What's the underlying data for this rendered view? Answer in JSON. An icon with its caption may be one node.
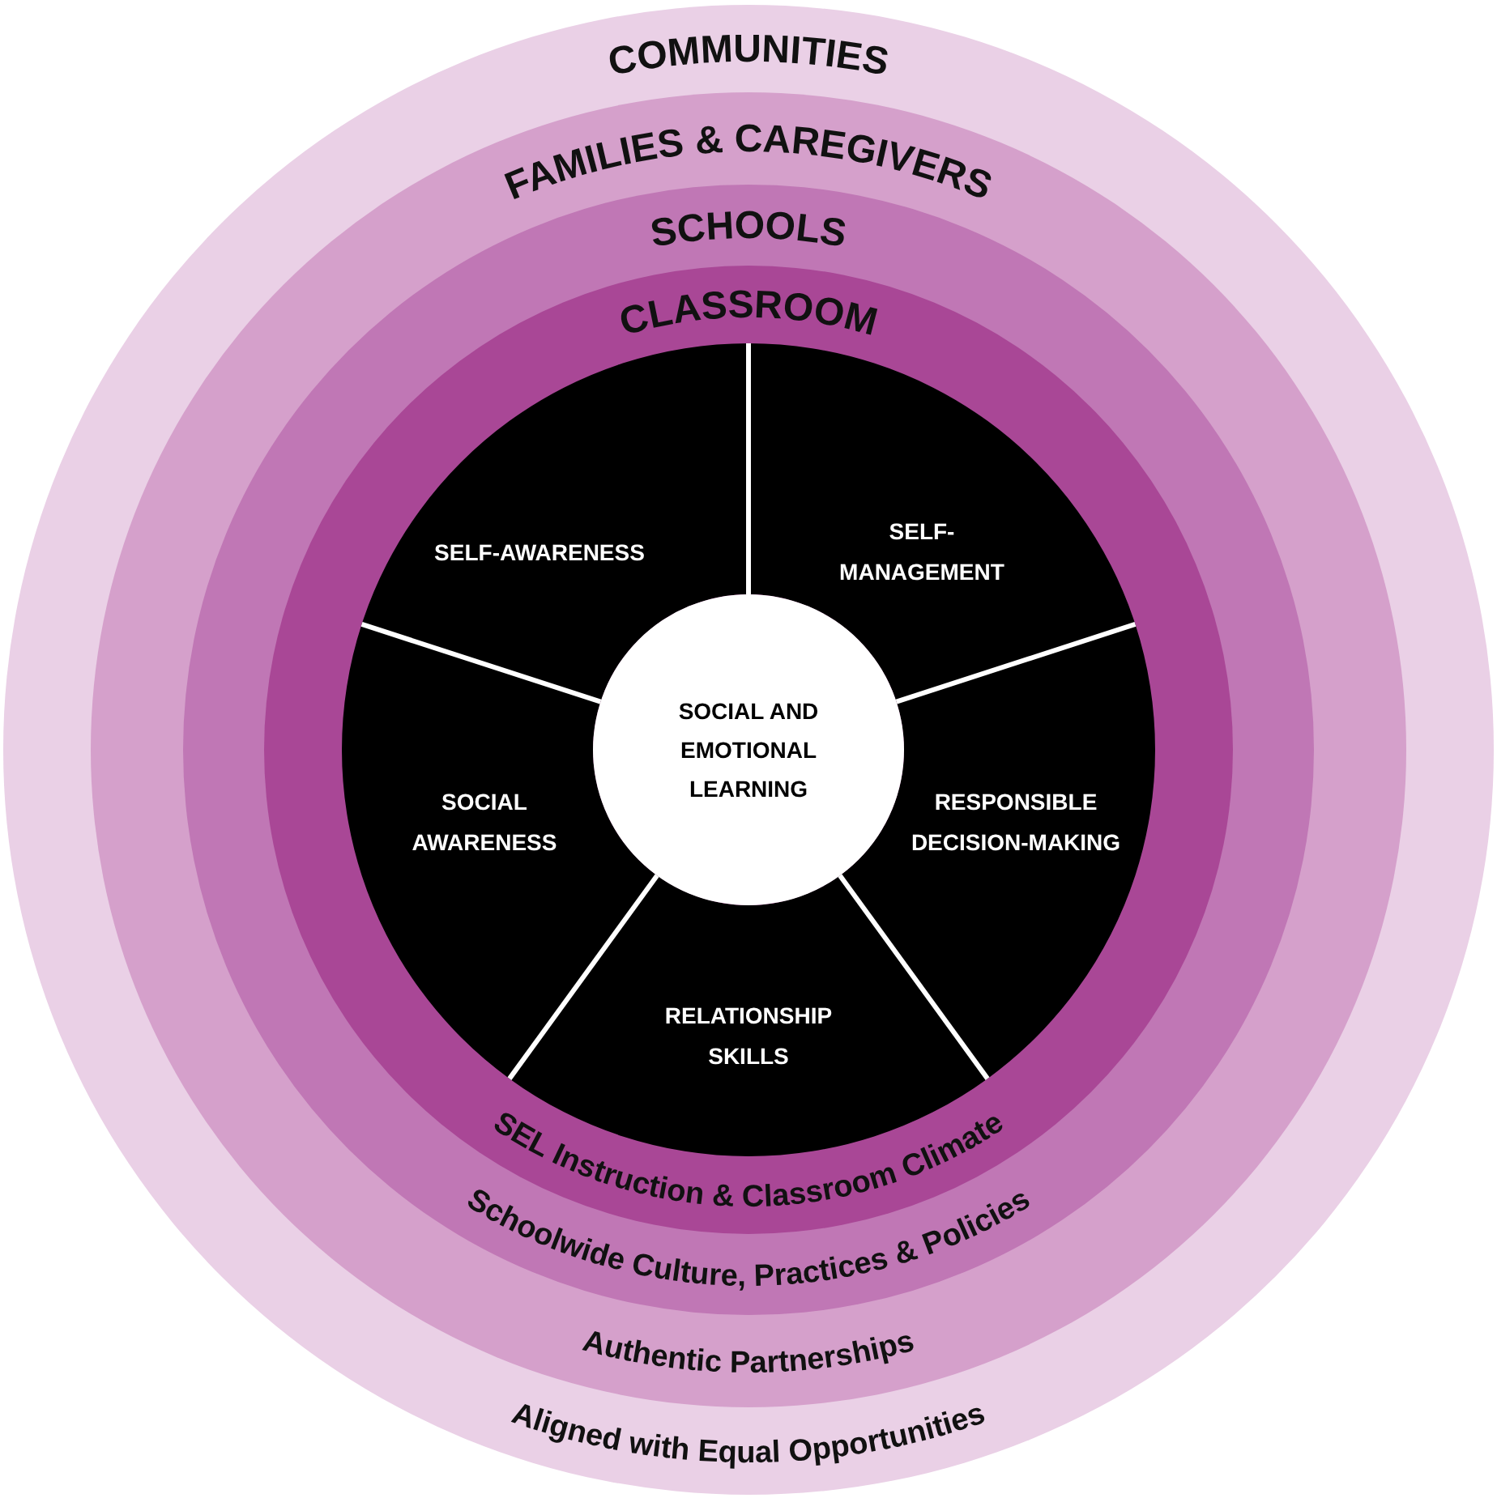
{
  "diagram": {
    "nodes": [
      {
        "text": [
          "COMMUNITIES",
          "Aligned with Equal Opportunities"
        ]
      },
      {
        "text": [
          "FAMILIES & CAREGIVERS",
          "Authentic Partnerships"
        ],
        "in": 0
      },
      {
        "text": [
          "SCHOOLS",
          "Schoolwide Culture, Practices & Policies"
        ],
        "in": 1
      },
      {
        "text": [
          "CLASSROOM",
          "SEL Instruction & Classroom Climate"
        ],
        "in": 2
      },
      {
        "text": [
          "SELF-AWARENESS"
        ],
        "in": 3
      },
      {
        "text": [
          "SELF-MANAGEMENT"
        ],
        "in": 3
      },
      {
        "text": [
          "SOCIAL AND EMOTIONAL LEARNING"
        ],
        "in": 3
      },
      {
        "text": [
          "SOCIAL AWARENESS"
        ],
        "in": 3
      },
      {
        "text": [
          "RESPONSIBLE DECISION-MAKING"
        ],
        "in": 3
      },
      {
        "text": [
          "RELATIONSHIP SKILLS"
        ],
        "in": 3
      }
    ]
  }
}
